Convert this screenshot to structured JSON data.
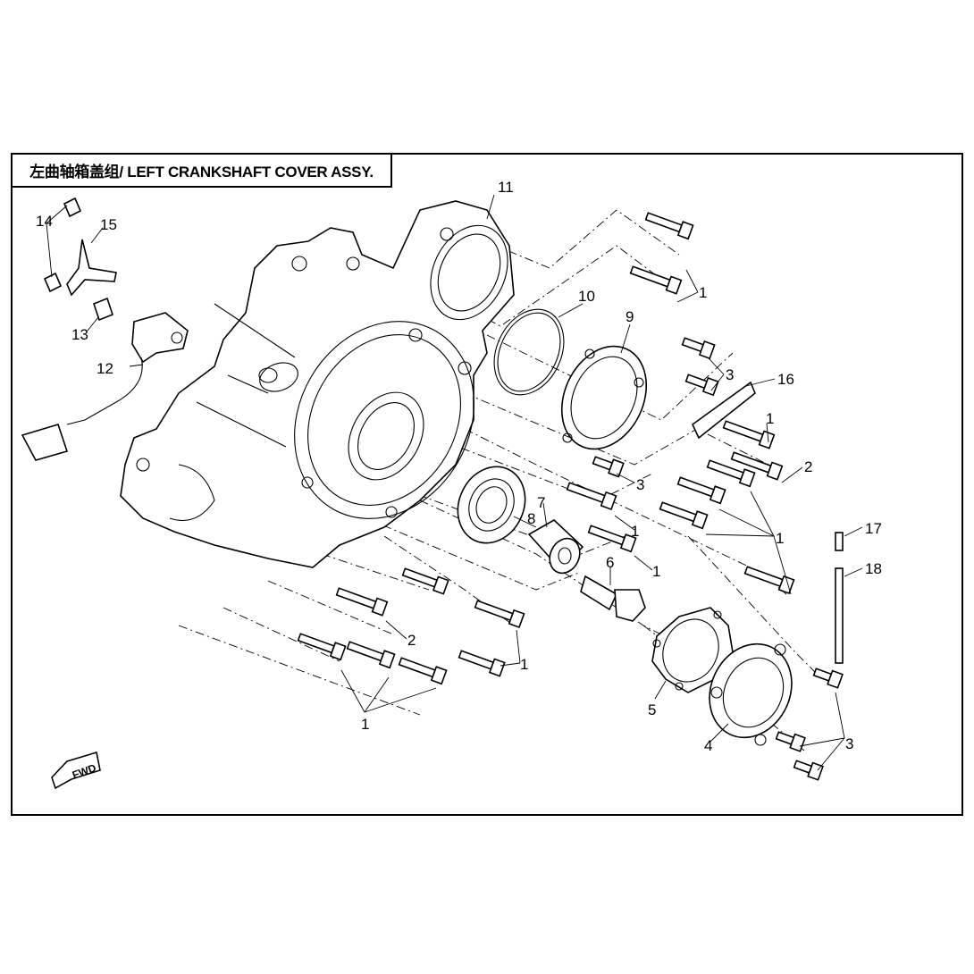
{
  "title": "左曲轴箱盖组/ LEFT CRANKSHAFT COVER ASSY.",
  "fwd_label": "FWD",
  "callouts": [
    "1",
    "2",
    "3",
    "4",
    "5",
    "6",
    "7",
    "8",
    "9",
    "10",
    "11",
    "12",
    "13",
    "14",
    "15",
    "16",
    "17",
    "18"
  ]
}
